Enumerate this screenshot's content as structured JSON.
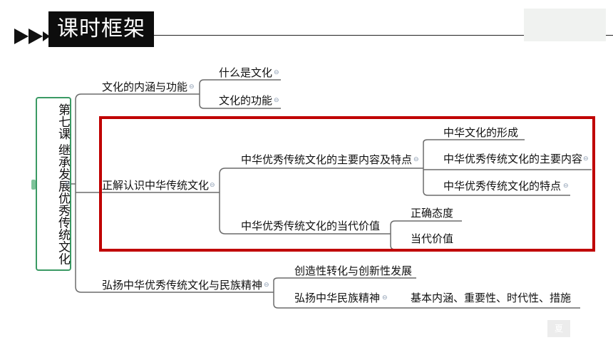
{
  "header": {
    "title": "课时框架"
  },
  "page": {
    "badge": "夏"
  },
  "mindmap": {
    "root": "第七课 继承发展优秀传统文化",
    "branch1": {
      "label": "文化的内涵与功能",
      "children": [
        "什么是文化",
        "文化的功能"
      ]
    },
    "branch2": {
      "label": "正解认识中华传统文化",
      "sub1": {
        "label": "中华优秀传统文化的主要内容及特点",
        "children": [
          "中华文化的形成",
          "中华优秀传统文化的主要内容",
          "中华优秀传统文化的特点"
        ]
      },
      "sub2": {
        "label": "中华优秀传统文化的当代价值",
        "children": [
          "正确态度",
          "当代价值"
        ]
      }
    },
    "branch3": {
      "label": "弘扬中华优秀传统文化与民族精神",
      "children": [
        {
          "label": "创造性转化与创新性发展"
        },
        {
          "label": "弘扬中华民族精神",
          "child": "基本内涵、重要性、时代性、措施"
        }
      ]
    }
  },
  "colors": {
    "highlight_border": "#c00000",
    "root_border": "#3a9a64",
    "header_bg": "#0d0d0d"
  }
}
